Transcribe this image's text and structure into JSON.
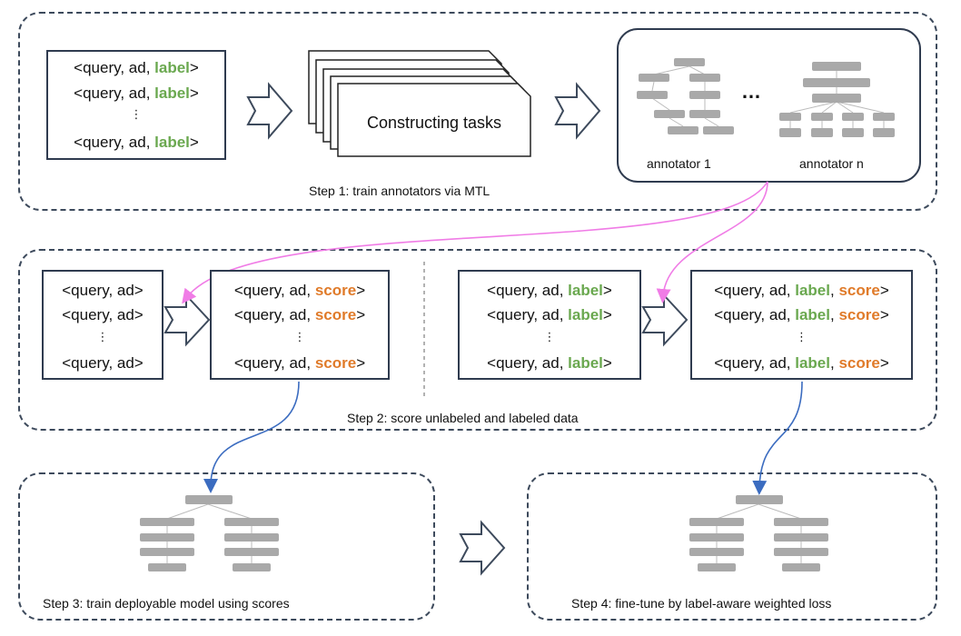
{
  "step1": {
    "caption": "Step 1: train annotators via MTL",
    "input_rows": [
      {
        "prefix": "<query, ad, ",
        "label": "label",
        "suffix": ">"
      },
      {
        "prefix": "<query, ad, ",
        "label": "label",
        "suffix": ">"
      },
      {
        "prefix": "⋮",
        "label": "",
        "suffix": ""
      },
      {
        "prefix": "<query, ad, ",
        "label": "label",
        "suffix": ">"
      }
    ],
    "tasks_label": "Constructing tasks",
    "annotator_1": "annotator 1",
    "annotator_n": "annotator n",
    "ellipsis": "…"
  },
  "step2": {
    "caption": "Step 2: score unlabeled and labeled data",
    "unlabeled_rows": [
      "<query, ad>",
      "<query, ad>",
      "⋮",
      "<query, ad>"
    ],
    "scored_rows": [
      {
        "prefix": "<query, ad, ",
        "score": "score",
        "suffix": ">"
      },
      {
        "prefix": "<query, ad, ",
        "score": "score",
        "suffix": ">"
      },
      {
        "prefix": "⋮",
        "score": "",
        "suffix": ""
      },
      {
        "prefix": "<query, ad, ",
        "score": "score",
        "suffix": ">"
      }
    ],
    "labeled_rows": [
      {
        "prefix": "<query, ad, ",
        "label": "label",
        "suffix": ">"
      },
      {
        "prefix": "<query, ad, ",
        "label": "label",
        "suffix": ">"
      },
      {
        "prefix": "⋮",
        "label": "",
        "suffix": ""
      },
      {
        "prefix": "<query, ad, ",
        "label": "label",
        "suffix": ">"
      }
    ],
    "labeled_scored_rows": [
      {
        "prefix": "<query, ad, ",
        "label": "label",
        "sep": ", ",
        "score": "score",
        "suffix": ">"
      },
      {
        "prefix": "<query, ad, ",
        "label": "label",
        "sep": ", ",
        "score": "score",
        "suffix": ">"
      },
      {
        "prefix": "⋮",
        "label": "",
        "sep": "",
        "score": "",
        "suffix": ""
      },
      {
        "prefix": "<query, ad, ",
        "label": "label",
        "sep": ", ",
        "score": "score",
        "suffix": ">"
      }
    ]
  },
  "step3": {
    "caption": "Step 3: train deployable model using scores"
  },
  "step4": {
    "caption": "Step 4: fine-tune by label-aware weighted loss"
  },
  "colors": {
    "label": "#6aa84f",
    "score": "#e07b2a",
    "pink_arrow": "#f07ce6",
    "blue_arrow": "#3b6cc0",
    "node": "#a9a9a9"
  }
}
